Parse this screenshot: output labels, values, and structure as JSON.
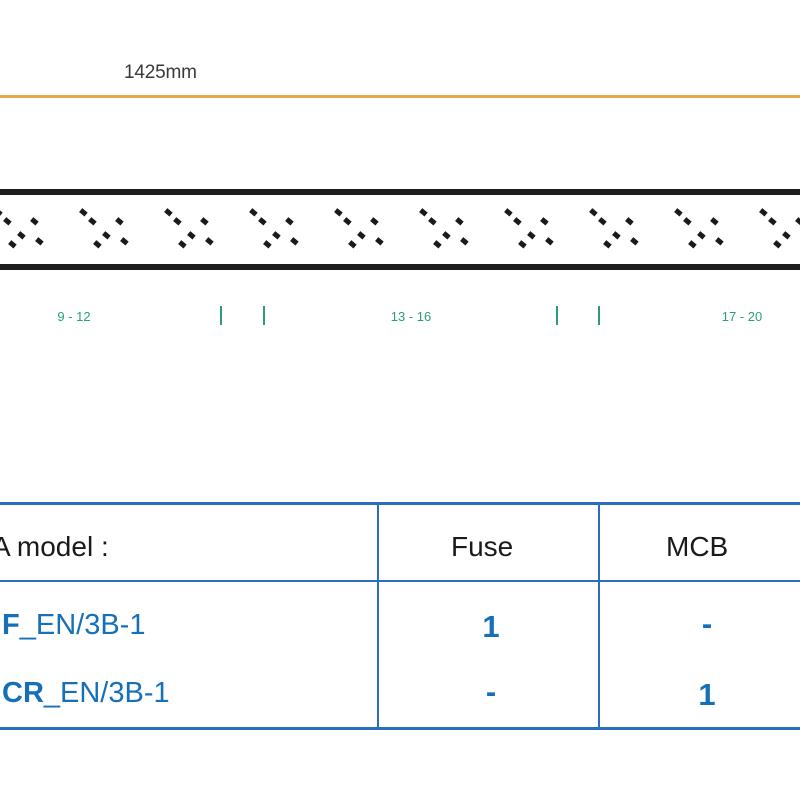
{
  "dimension": {
    "label": "1425mm",
    "color": "#e8a64a"
  },
  "strip": {
    "groups": [
      "9 - 12",
      "13 - 16",
      "17 - 20"
    ],
    "label_color": "#2a9d78"
  },
  "table": {
    "border_color": "#2a6ebd",
    "text_color": "#1670b8",
    "headers": {
      "model": "A model :",
      "fuse": "Fuse",
      "mcb": "MCB"
    },
    "rows": [
      {
        "model_bold": "F",
        "model_rest": "_EN/3B-1",
        "fuse": "1",
        "mcb": "-"
      },
      {
        "model_bold": "CR",
        "model_rest": "_EN/3B-1",
        "fuse": "-",
        "mcb": "1"
      }
    ]
  }
}
